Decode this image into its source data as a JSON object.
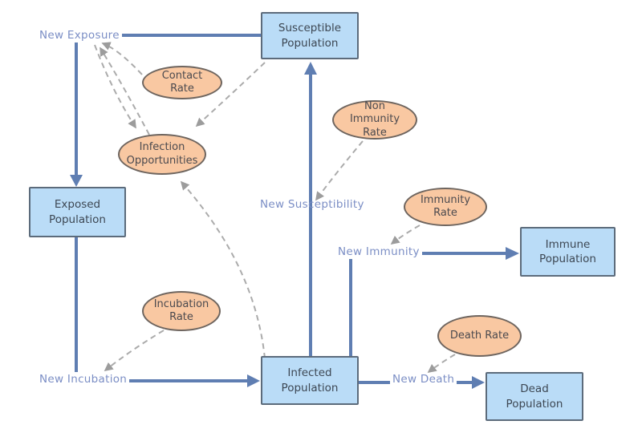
{
  "diagram": {
    "stocks": [
      {
        "id": "susceptible-population",
        "label": "Susceptible Population"
      },
      {
        "id": "exposed-population",
        "label": "Exposed Population"
      },
      {
        "id": "infected-population",
        "label": "Infected Population"
      },
      {
        "id": "immune-population",
        "label": "Immune Population"
      },
      {
        "id": "dead-population",
        "label": "Dead Population"
      }
    ],
    "variables": [
      {
        "id": "contact-rate",
        "label": "Contact Rate"
      },
      {
        "id": "infection-opportunities",
        "label": "Infection Opportunities"
      },
      {
        "id": "non-immunity-rate",
        "label": "Non Immunity Rate"
      },
      {
        "id": "immunity-rate",
        "label": "Immunity Rate"
      },
      {
        "id": "incubation-rate",
        "label": "Incubation Rate"
      },
      {
        "id": "death-rate",
        "label": "Death Rate"
      }
    ],
    "flows": [
      {
        "id": "new-exposure",
        "label": "New Exposure"
      },
      {
        "id": "new-susceptibility",
        "label": "New Susceptibility"
      },
      {
        "id": "new-immunity",
        "label": "New Immunity"
      },
      {
        "id": "new-incubation",
        "label": "New Incubation"
      },
      {
        "id": "new-death",
        "label": "New Death"
      }
    ],
    "colors": {
      "stock_fill": "#badcf7",
      "stock_border": "#5c6b7b",
      "variable_fill": "#f9c8a2",
      "variable_border": "#6e655f",
      "flow_line": "#5f7eb2",
      "influence_line": "#a9a9a9",
      "flow_label_text": "#7b8ec5",
      "node_text": "#3d4753"
    }
  }
}
